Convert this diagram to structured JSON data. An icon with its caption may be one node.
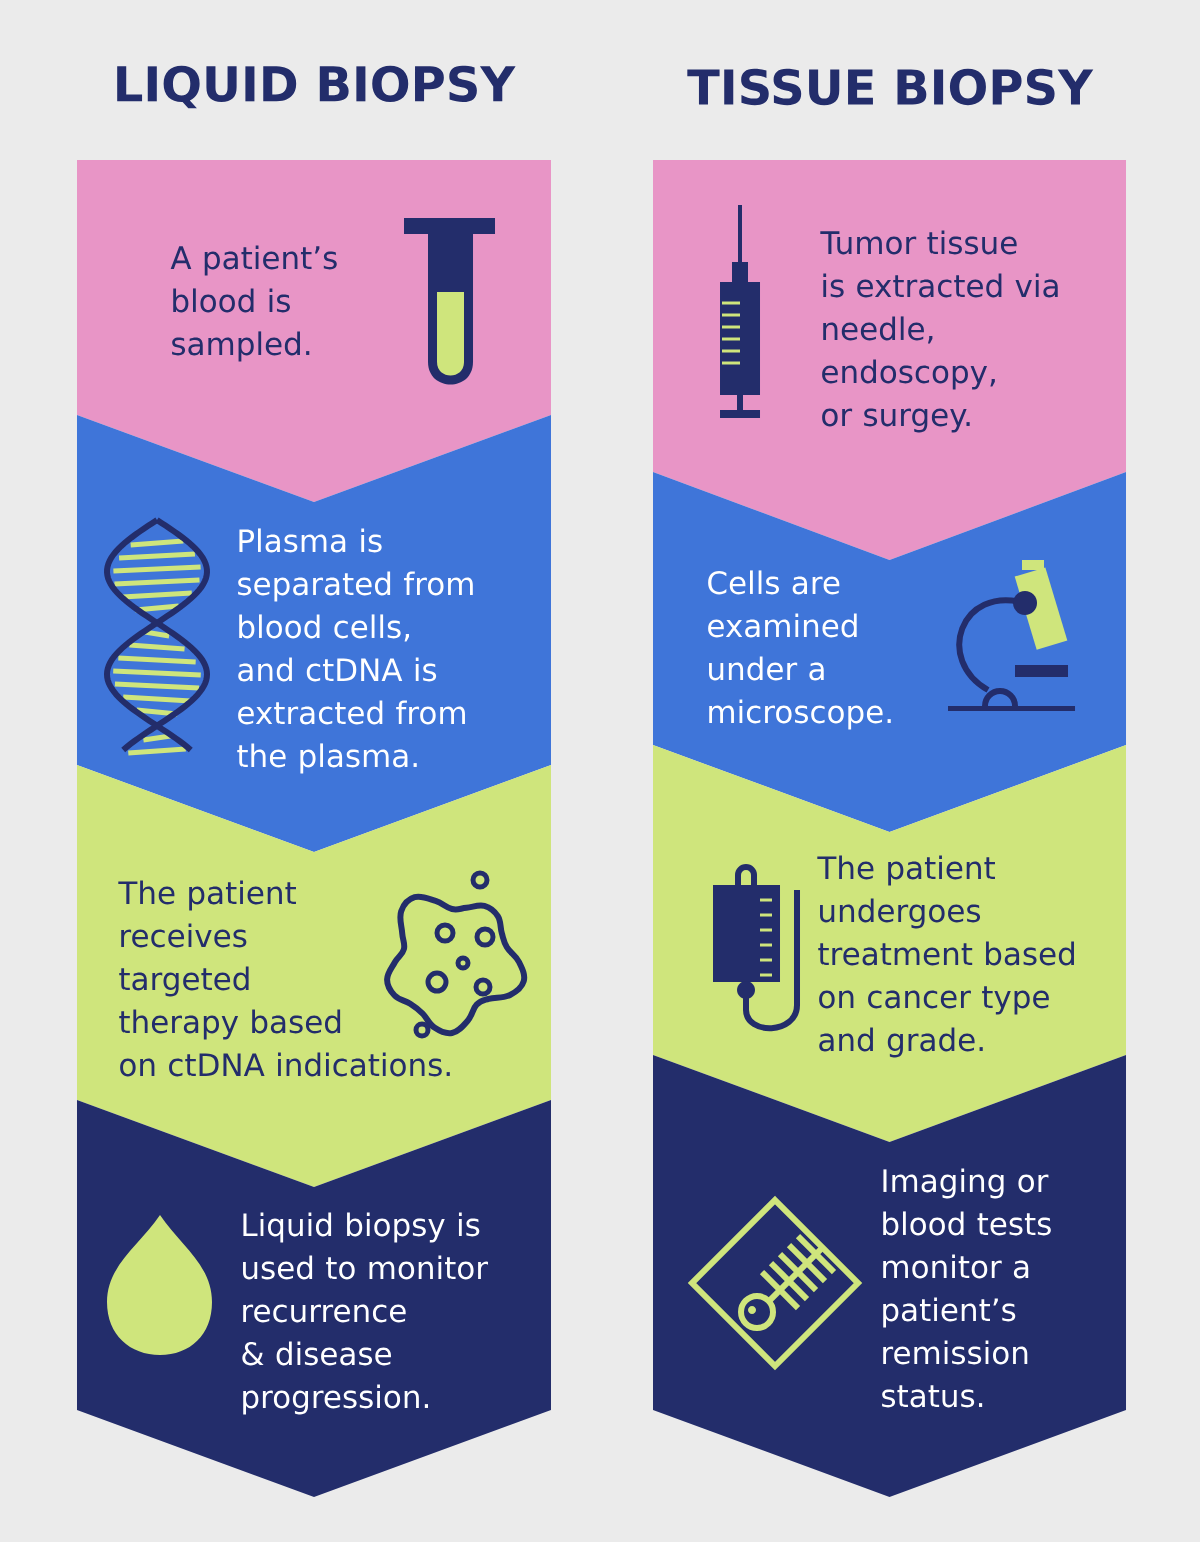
{
  "diagram": {
    "nodes": [
      {
        "text": [
          "A patient’s blood is sampled."
        ]
      },
      {
        "text": [
          "Plasma is separated from blood cells, and ctDNA is extracted from the plasma."
        ]
      },
      {
        "text": [
          "The patient receives targeted therapy based on ctDNA indications."
        ]
      },
      {
        "text": [
          "Liquid biopsy is used to monitor recurrence & disease progression."
        ]
      },
      {
        "text": [
          "Tumor tissue is extracted via needle, endoscopy, or surgey."
        ]
      },
      {
        "text": [
          "Cells are examined under a microscope."
        ]
      },
      {
        "text": [
          "The patient undergoes treatment based on cancer type and grade."
        ]
      },
      {
        "text": [
          "Imaging or blood tests monitor a patient’s remission status."
        ]
      }
    ],
    "labels": [
      "LIQUID BIOPSY",
      "TISSUE BIOPSY"
    ]
  }
}
